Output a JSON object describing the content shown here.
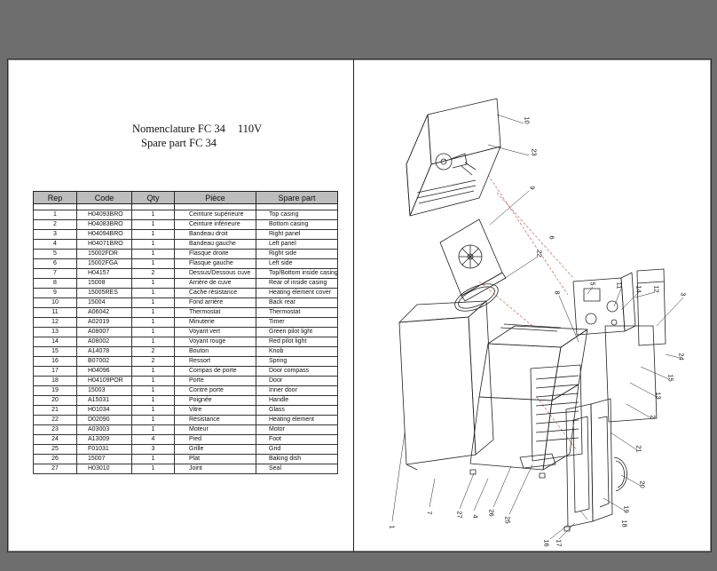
{
  "document": {
    "title_line1": "Nomenclature FC 34",
    "title_voltage": "110V",
    "title_line2": "Spare part FC 34"
  },
  "table": {
    "headers": [
      "Rep",
      "Code",
      "Qty",
      "Pièce",
      "Spare part"
    ],
    "rows": [
      [
        "1",
        "H04093BRO",
        "1",
        "Ceinture supérieure",
        "Top casing"
      ],
      [
        "2",
        "H04083BRO",
        "1",
        "Ceinture inférieure",
        "Bottom casing"
      ],
      [
        "3",
        "H04094BRO",
        "1",
        "Bandeau droit",
        "Right panel"
      ],
      [
        "4",
        "H04071BRO",
        "1",
        "Bandeau gauche",
        "Left panel"
      ],
      [
        "5",
        "15002FDR",
        "1",
        "Flasque droite",
        "Right side"
      ],
      [
        "6",
        "15002FGA",
        "1",
        "Flasque gauche",
        "Left side"
      ],
      [
        "7",
        "H04157",
        "2",
        "Dessus/Dessous cuve",
        "Top/Bottom inside casing"
      ],
      [
        "8",
        "15008",
        "1",
        "Arrière de cuve",
        "Rear of inside casing"
      ],
      [
        "9",
        "15005RES",
        "1",
        "Cache résistance",
        "Heating element cover"
      ],
      [
        "10",
        "15004",
        "1",
        "Fond arrière",
        "Back rear"
      ],
      [
        "11",
        "A06042",
        "1",
        "Thermostat",
        "Thermostat"
      ],
      [
        "12",
        "A02019",
        "1",
        "Minuterie",
        "Timer"
      ],
      [
        "13",
        "A08007",
        "1",
        "Voyant vert",
        "Green pilot light"
      ],
      [
        "14",
        "A08002",
        "1",
        "Voyant rouge",
        "Red pilot light"
      ],
      [
        "15",
        "A14078",
        "2",
        "Bouton",
        "Knob"
      ],
      [
        "16",
        "B07002",
        "2",
        "Ressort",
        "Spring"
      ],
      [
        "17",
        "H04096",
        "1",
        "Compas de porte",
        "Door compass"
      ],
      [
        "18",
        "H04109POR",
        "1",
        "Porte",
        "Door"
      ],
      [
        "19",
        "15003",
        "1",
        "Contre porte",
        "Inner door"
      ],
      [
        "20",
        "A15031",
        "1",
        "Poignée",
        "Handle"
      ],
      [
        "21",
        "H01034",
        "1",
        "Vitre",
        "Glass"
      ],
      [
        "22",
        "D02090",
        "1",
        "Résistance",
        "Heating element"
      ],
      [
        "23",
        "A03003",
        "1",
        "Moteur",
        "Motor"
      ],
      [
        "24",
        "A13009",
        "4",
        "Pied",
        "Foot"
      ],
      [
        "25",
        "F01031",
        "3",
        "Grille",
        "Grid"
      ],
      [
        "26",
        "15007",
        "1",
        "Plat",
        "Baking dish"
      ],
      [
        "27",
        "H03010",
        "1",
        "Joint",
        "Seal"
      ]
    ]
  },
  "diagram": {
    "callouts": {
      "c10": "10",
      "c23": "23",
      "c9": "9",
      "c22": "22",
      "c8": "8",
      "c5": "5",
      "c11": "11",
      "c14": "14",
      "c12": "12",
      "c3": "3",
      "c24": "24",
      "c15": "15",
      "c13": "13",
      "c2": "2",
      "c21": "21",
      "c20": "20",
      "c19": "19",
      "c18": "18",
      "c1": "1",
      "c7": "7",
      "c27": "27",
      "c4": "4",
      "c26": "26",
      "c25": "25",
      "c16": "16",
      "c17": "17",
      "c6": "6"
    }
  }
}
